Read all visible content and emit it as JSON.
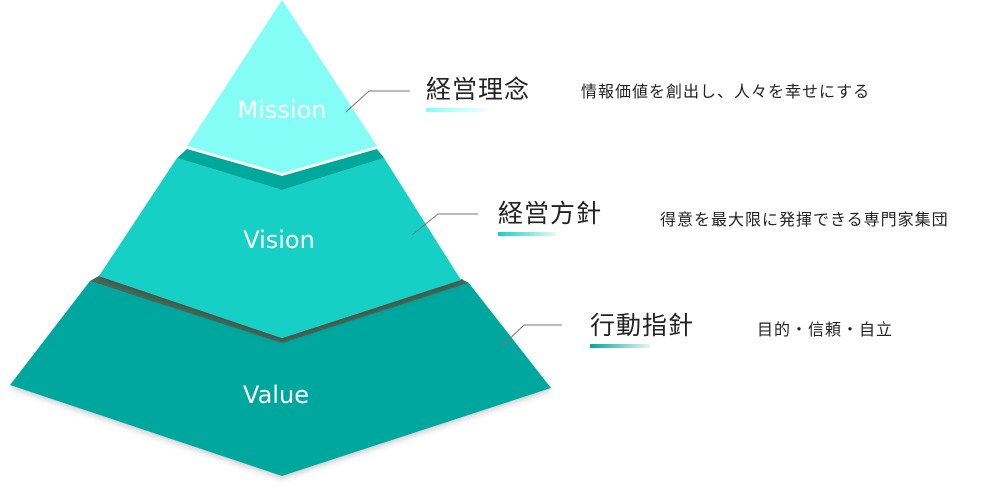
{
  "colors": {
    "mission": "#84fdf7",
    "vision": "#12d0c5",
    "value": "#02a79f",
    "vision_shadow": "#00a89c",
    "value_shadow": "#456b5a",
    "leader_line": "#777777",
    "text_dark": "#222222"
  },
  "tiers": [
    {
      "name": "Mission",
      "heading": "経営理念",
      "description": "情報価値を創出し、人々を幸せにする"
    },
    {
      "name": "Vision",
      "heading": "経営方針",
      "description": "得意を最大限に発揮できる専門家集団"
    },
    {
      "name": "Value",
      "heading": "行動指針",
      "description": "目的・信頼・自立"
    }
  ]
}
